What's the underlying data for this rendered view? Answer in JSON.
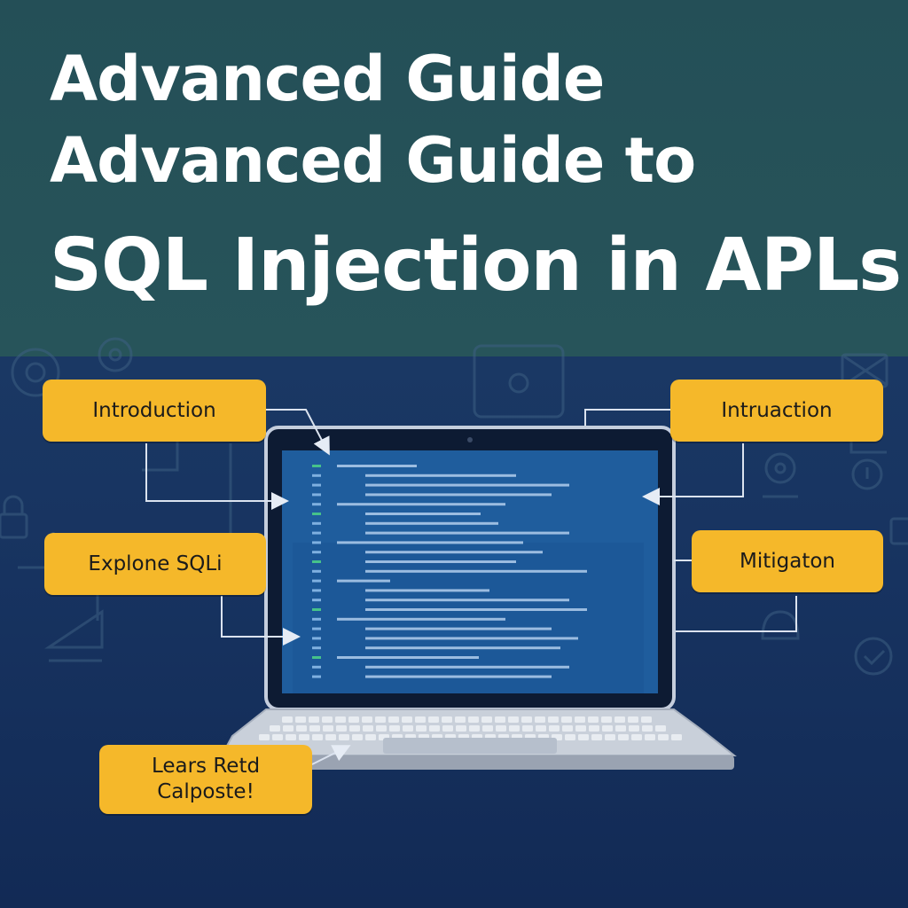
{
  "title": {
    "line1": "Advanced Guide",
    "line2": "Advanced Guide to",
    "line3": "SQL Injection in APLs"
  },
  "labels": {
    "introduction": "Introduction",
    "explore": "Explone SQLi",
    "learn": "Lears Retd\nCalposte!",
    "intruaction": "Intruaction",
    "mitigation": "Mitigaton"
  },
  "colors": {
    "header_bg": "#27545a",
    "panel_bg": "#173360",
    "label_bg": "#f5b82a",
    "screen_bg": "#1e5a9a"
  },
  "icons": [
    "gear-icon",
    "lock-icon",
    "monitor-icon",
    "padlock-icon",
    "check-icon",
    "user-icon"
  ]
}
